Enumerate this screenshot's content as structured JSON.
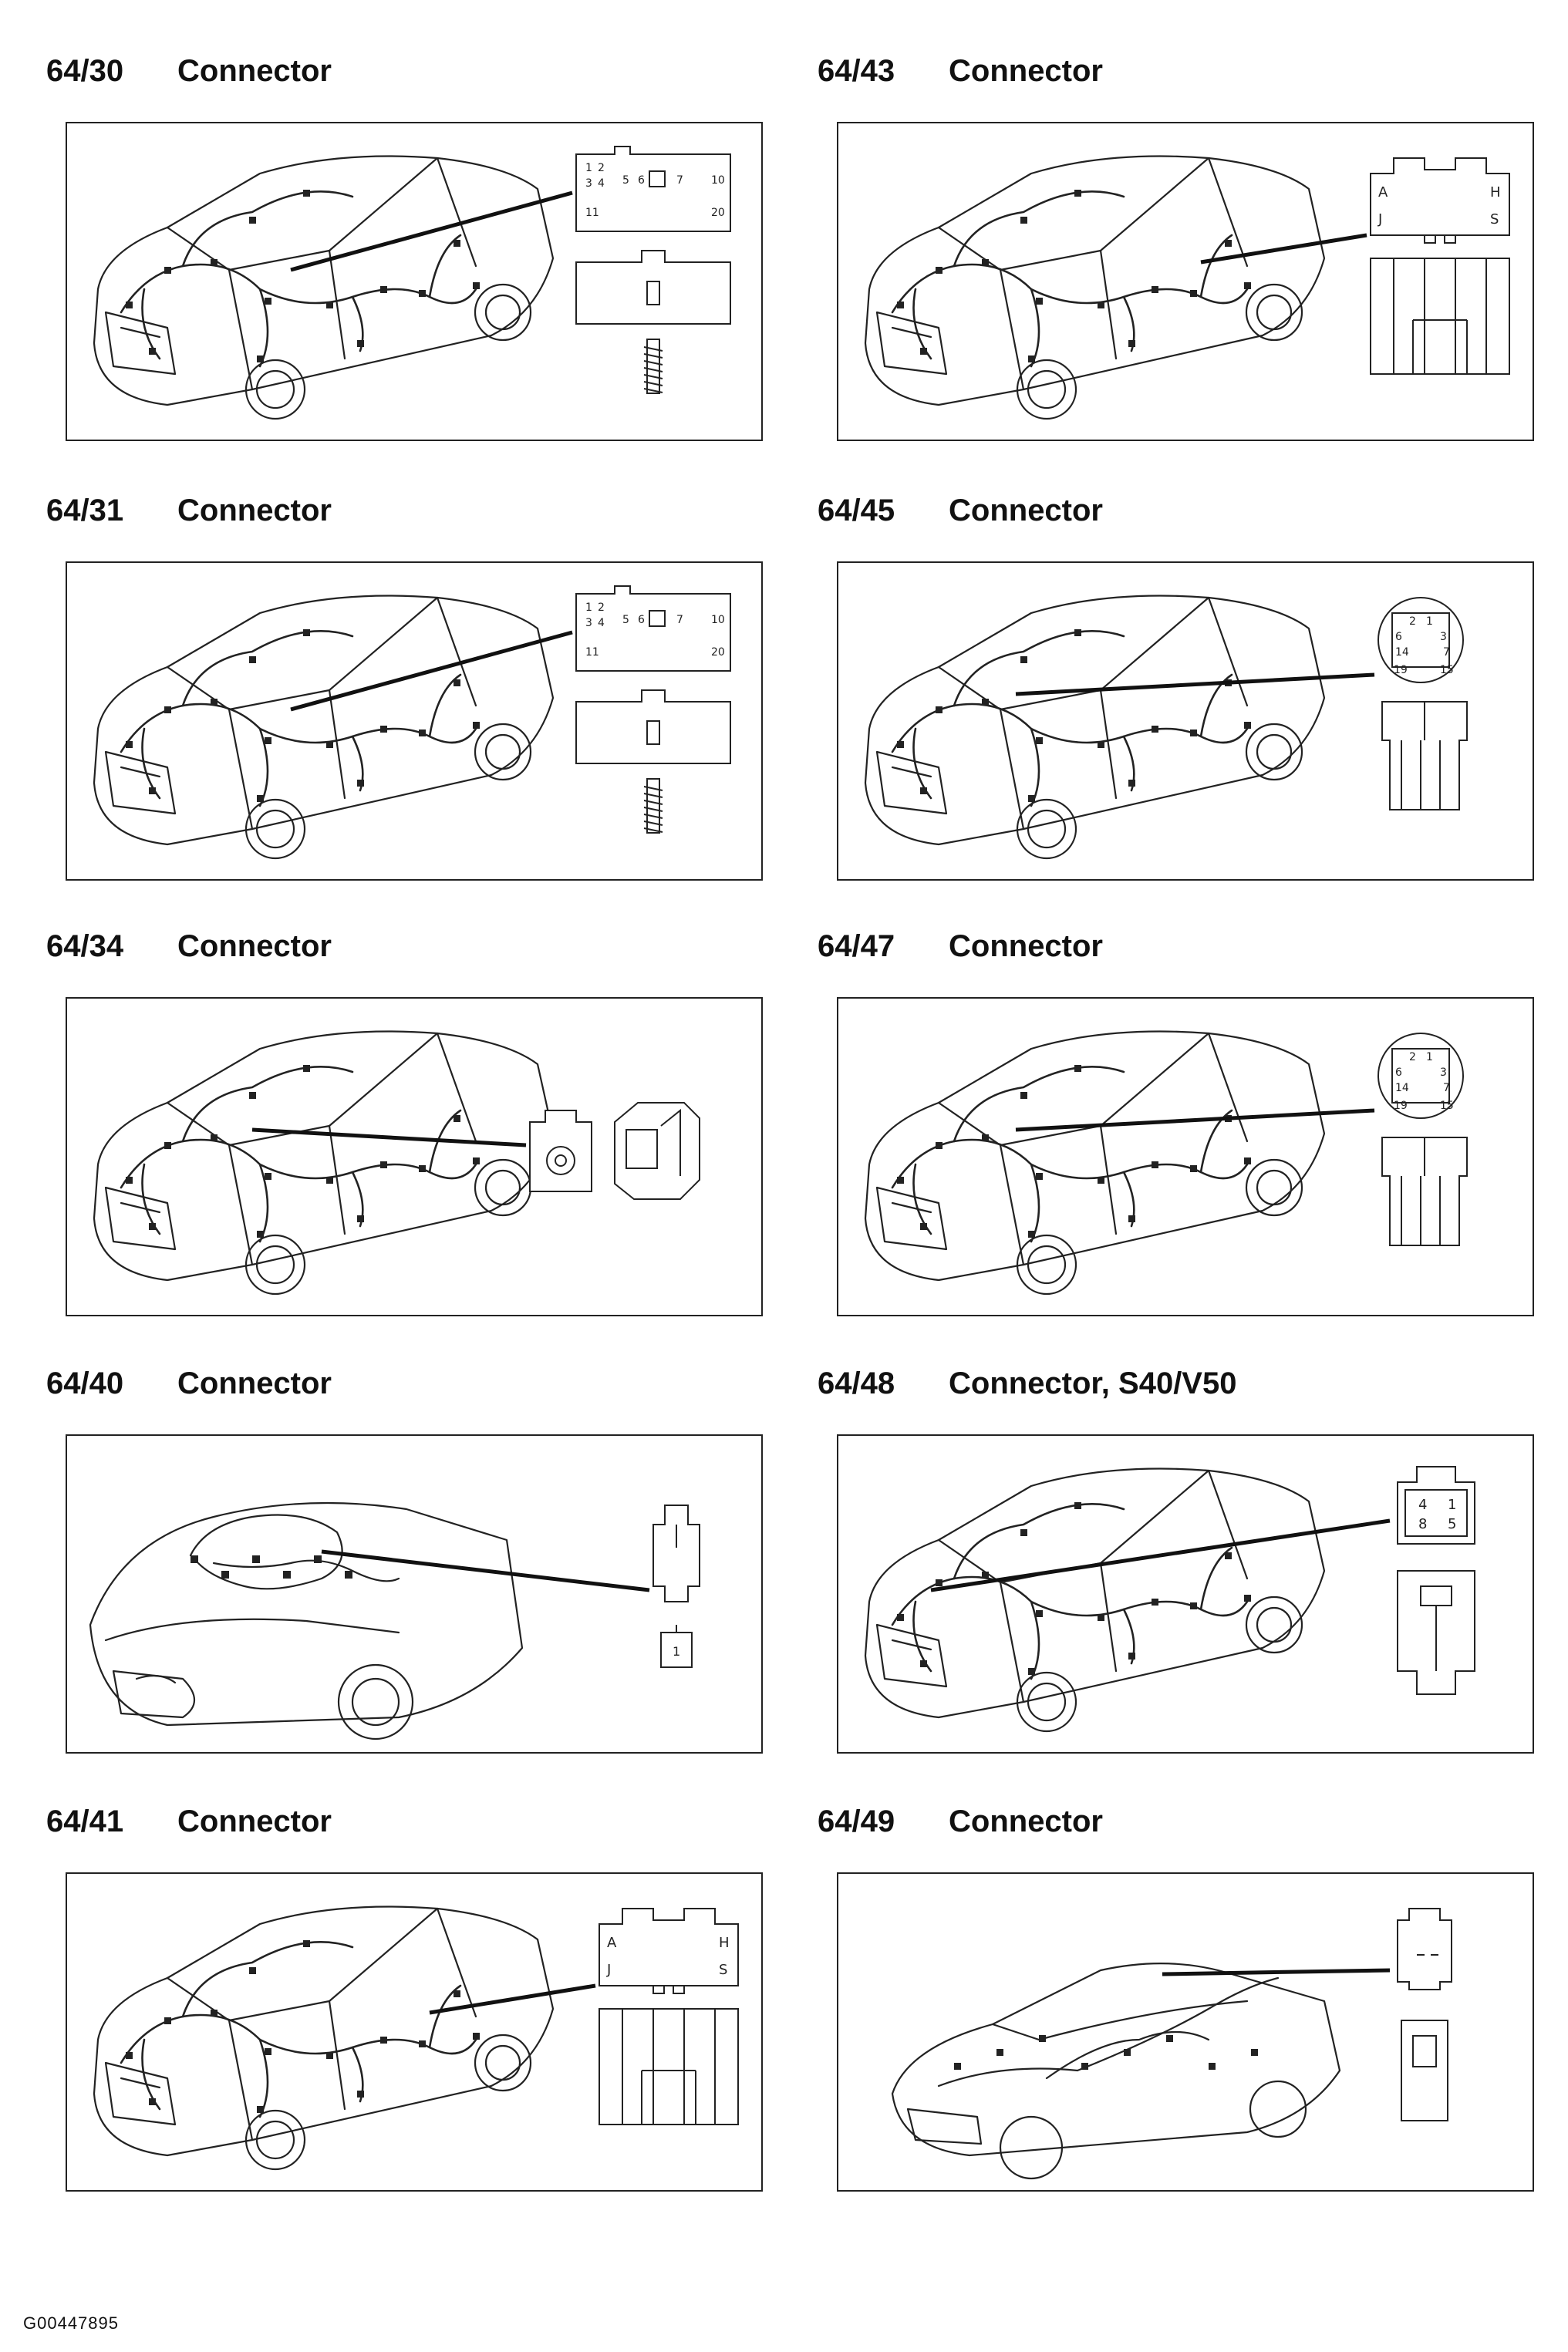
{
  "panels": [
    {
      "code": "64/30",
      "title": "Connector",
      "connector": "rect20",
      "pins": [
        "1",
        "2",
        "5",
        "6",
        "7",
        "10",
        "3",
        "4",
        "11",
        "20"
      ]
    },
    {
      "code": "64/43",
      "title": "Connector",
      "connector": "ahjs",
      "pins": [
        "A",
        "H",
        "J",
        "S"
      ]
    },
    {
      "code": "64/31",
      "title": "Connector",
      "connector": "rect20",
      "pins": [
        "1",
        "2",
        "5",
        "6",
        "7",
        "10",
        "3",
        "4",
        "11",
        "20"
      ]
    },
    {
      "code": "64/45",
      "title": "Connector",
      "connector": "round",
      "pins": [
        "2",
        "1",
        "6",
        "3",
        "14",
        "7",
        "19",
        "15"
      ]
    },
    {
      "code": "64/34",
      "title": "Connector",
      "connector": "coax",
      "pins": []
    },
    {
      "code": "64/47",
      "title": "Connector",
      "connector": "round",
      "pins": [
        "2",
        "1",
        "6",
        "3",
        "14",
        "7",
        "19",
        "15"
      ]
    },
    {
      "code": "64/40",
      "title": "Connector",
      "connector": "single",
      "pins": [
        "1"
      ]
    },
    {
      "code": "64/48",
      "title": "Connector, S40/V50",
      "connector": "quad",
      "pins": [
        "4",
        "1",
        "8",
        "5"
      ]
    },
    {
      "code": "64/41",
      "title": "Connector",
      "connector": "ahjs",
      "pins": [
        "A",
        "H",
        "J",
        "S"
      ]
    },
    {
      "code": "64/49",
      "title": "Connector",
      "connector": "small2",
      "pins": []
    }
  ],
  "footer": {
    "figure_id": "G00447895"
  },
  "icons": {
    "vehicle": "car-wiring-harness-icon",
    "connector": "connector-icon"
  }
}
